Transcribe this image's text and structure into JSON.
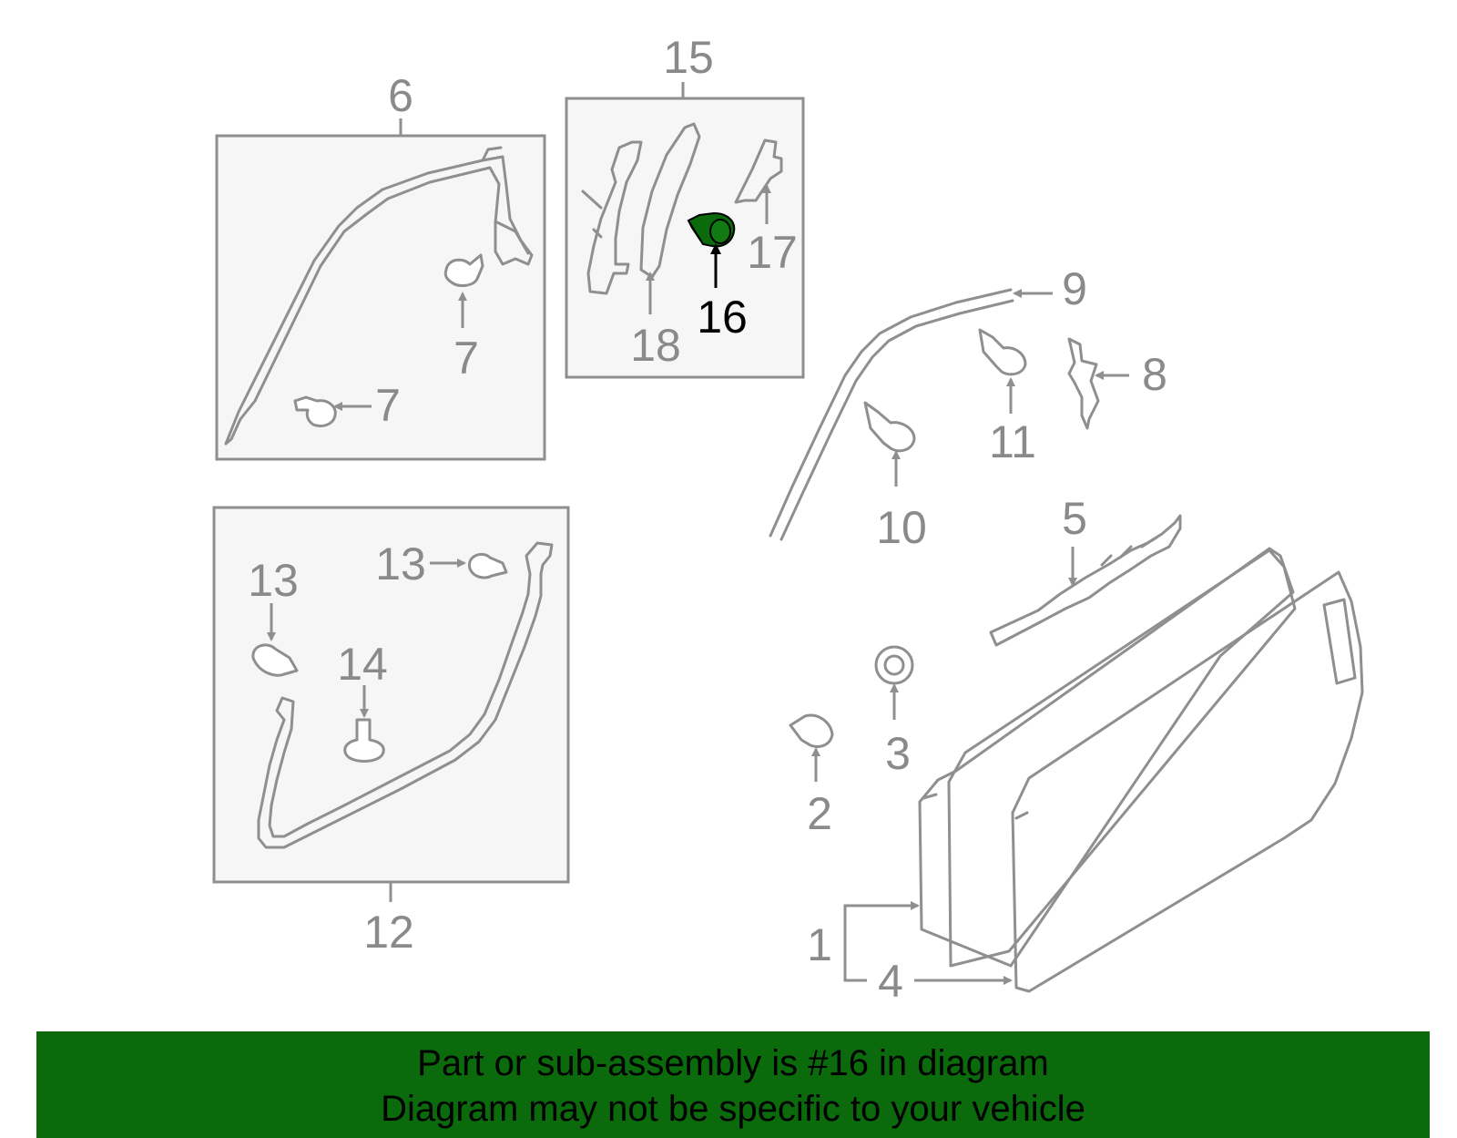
{
  "colors": {
    "highlight": "#0b6a0b",
    "line": "#8f8f8f",
    "box_fill": "#f6f6f6",
    "banner_bg": "#0b6a0b"
  },
  "callouts": {
    "c1": "1",
    "c2": "2",
    "c3": "3",
    "c4": "4",
    "c5": "5",
    "c6": "6",
    "c7a": "7",
    "c7b": "7",
    "c8": "8",
    "c9": "9",
    "c10": "10",
    "c11": "11",
    "c12": "12",
    "c13a": "13",
    "c13b": "13",
    "c14": "14",
    "c15": "15",
    "c16": "16",
    "c17": "17",
    "c18": "18"
  },
  "highlighted_part": "16",
  "banner": {
    "line1": "Part or sub-assembly is #16 in diagram",
    "line2": "Diagram may not be specific to your vehicle"
  }
}
